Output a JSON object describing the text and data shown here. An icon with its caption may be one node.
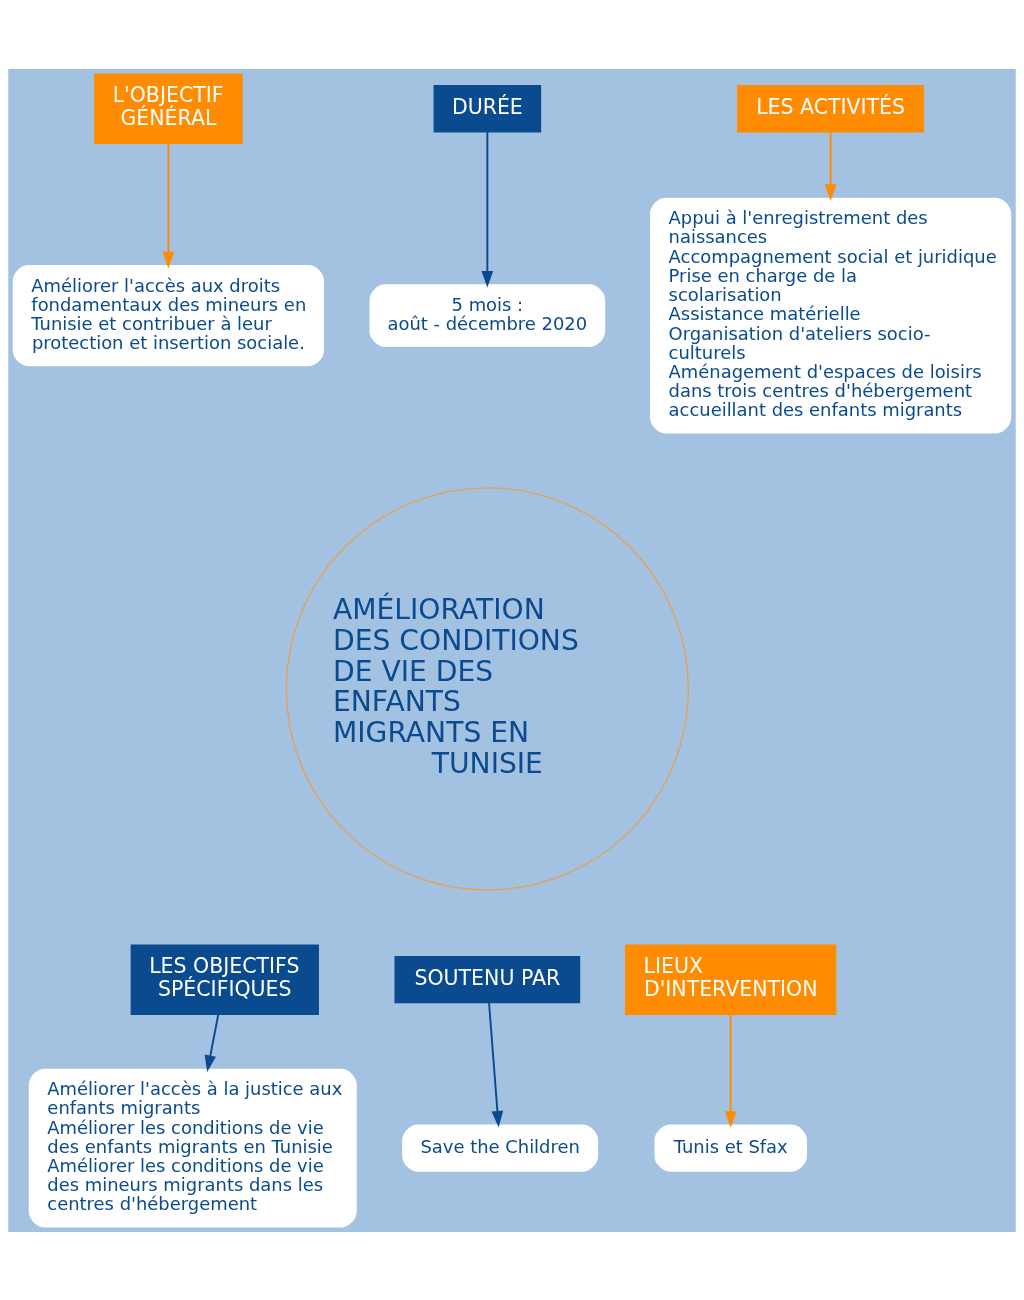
{
  "diagram": {
    "nodes": [
      {
        "text": [
          "AMÉLIORATION DES CONDITIONS DE VIE DES ENFANTS MIGRANTS EN TUNISIE"
        ]
      },
      {
        "text": [
          "Améliorer l'accès aux droits fondamentaux des mineurs en Tunisie et contribuer à leur protection et insertion sociale."
        ]
      },
      {
        "text": [
          "5 mois :",
          "août - décembre 2020"
        ]
      },
      {
        "text": [
          "Appui à l'enregistrement des naissances",
          "Accompagnement social et juridique",
          "Prise en charge de la scolarisation",
          "Assistance matérielle",
          "Organisation d'ateliers socio-culturels",
          "Aménagement d'espaces de loisirs dans trois centres d'hébergement accueillant des enfants migrants"
        ]
      },
      {
        "text": [
          "L'OBJECTIF GÉNÉRAL"
        ]
      },
      {
        "text": [
          "DURÉE"
        ]
      },
      {
        "text": [
          "LES ACTIVITÉS"
        ]
      },
      {
        "text": [
          "LES OBJECTIFS SPÉCIFIQUES"
        ]
      },
      {
        "text": [
          "SOUTENU PAR"
        ]
      },
      {
        "text": [
          "LIEUX D'INTERVENTION"
        ]
      },
      {
        "text": [
          "Améliorer l'accès à la justice aux enfants migrants",
          "Améliorer les conditions de vie des enfants migrants en Tunisie",
          "Améliorer les conditions de vie des mineurs migrants dans les centres d'hébergement"
        ]
      },
      {
        "text": [
          "Tunis et Sfax"
        ]
      },
      {
        "text": [
          "Save the Children"
        ]
      }
    ],
    "edges": [
      {
        "from": 4,
        "to": 1,
        "arrow": "to",
        "color": "#ff8c00"
      },
      {
        "from": 5,
        "to": 2,
        "arrow": "to",
        "color": "#0a4a8f"
      },
      {
        "from": 6,
        "to": 3,
        "arrow": "to",
        "color": "#ff8c00"
      },
      {
        "from": 7,
        "to": 10,
        "arrow": "to",
        "color": "#0a4a8f"
      },
      {
        "from": 9,
        "to": 11,
        "arrow": "to",
        "color": "#ff8c00"
      },
      {
        "from": 8,
        "to": 12,
        "arrow": "to",
        "color": "#0a4a8f"
      }
    ]
  }
}
